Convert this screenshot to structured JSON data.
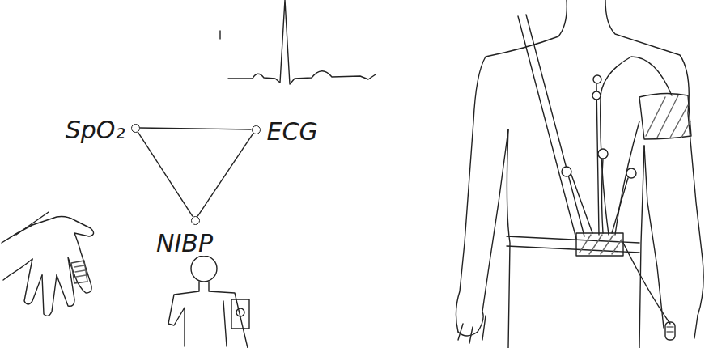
{
  "diagram": {
    "nodes": [
      {
        "text": [
          "SpO₂"
        ]
      },
      {
        "text": [
          "ECG"
        ]
      },
      {
        "text": [
          "NIBP"
        ]
      }
    ],
    "edges": [
      {
        "from": 0,
        "to": 1,
        "arrow": "none"
      },
      {
        "from": 0,
        "to": 2,
        "arrow": "none"
      },
      {
        "from": 1,
        "to": 2,
        "arrow": "none"
      }
    ]
  }
}
